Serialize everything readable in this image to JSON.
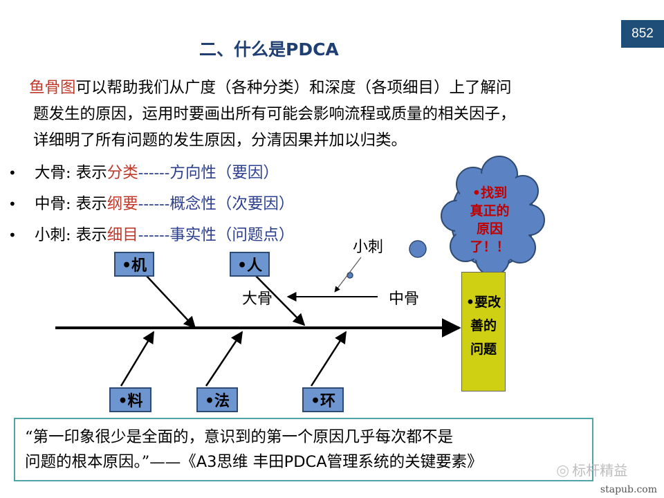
{
  "page_number": "852",
  "title": "二、什么是PDCA",
  "intro": {
    "highlight": "鱼骨图",
    "line1_rest": "可以帮助我们从广度（各种分类）和深度（各项细目）上了解问",
    "line2": "题发生的原因，运用时要画出所有可能会影响流程或质量的相关因子，",
    "line3": "详细明了所有问题的发生原因，分清因果并加以归类。"
  },
  "bullets": [
    {
      "glyph": "•",
      "name": "大骨",
      "sep": ":  表示",
      "term": "分类",
      "dashes": "------",
      "meaning": "方向性（要因）"
    },
    {
      "glyph": "•",
      "name": "中骨",
      "sep": ":  表示",
      "term": "纲要",
      "dashes": "------",
      "meaning": "概念性（次要因）"
    },
    {
      "glyph": "•",
      "name": "小刺",
      "sep": ":  表示",
      "term": "细目",
      "dashes": "------",
      "meaning": "事实性（问题点）"
    }
  ],
  "diagram": {
    "labels": {
      "small": "小刺",
      "big": "大骨",
      "mid": "中骨"
    },
    "top_causes": [
      "•机",
      "•人"
    ],
    "bottom_causes": [
      "•料",
      "•法",
      "•环"
    ],
    "problem": [
      "•要改",
      "善的",
      "问题"
    ],
    "cloud": [
      "•找到",
      "真正的",
      "原因",
      "了！！"
    ],
    "colors": {
      "cause_fill": "#6d95cf",
      "problem_fill": "#cfcf13",
      "cloud_fill": "#5b82c2",
      "cloud_text": "#c00000"
    }
  },
  "quote": {
    "line1": "“第一印象很少是全面的，意识到的第一个原因几乎每次都不是",
    "line2_text": "问题的根本原因。”——《",
    "line2_source": "A3思维 丰田PDCA管理系统的关键要素》"
  },
  "watermark": {
    "icon": "wechat-icon",
    "text": "标杆精益"
  },
  "site": "stapub.com"
}
